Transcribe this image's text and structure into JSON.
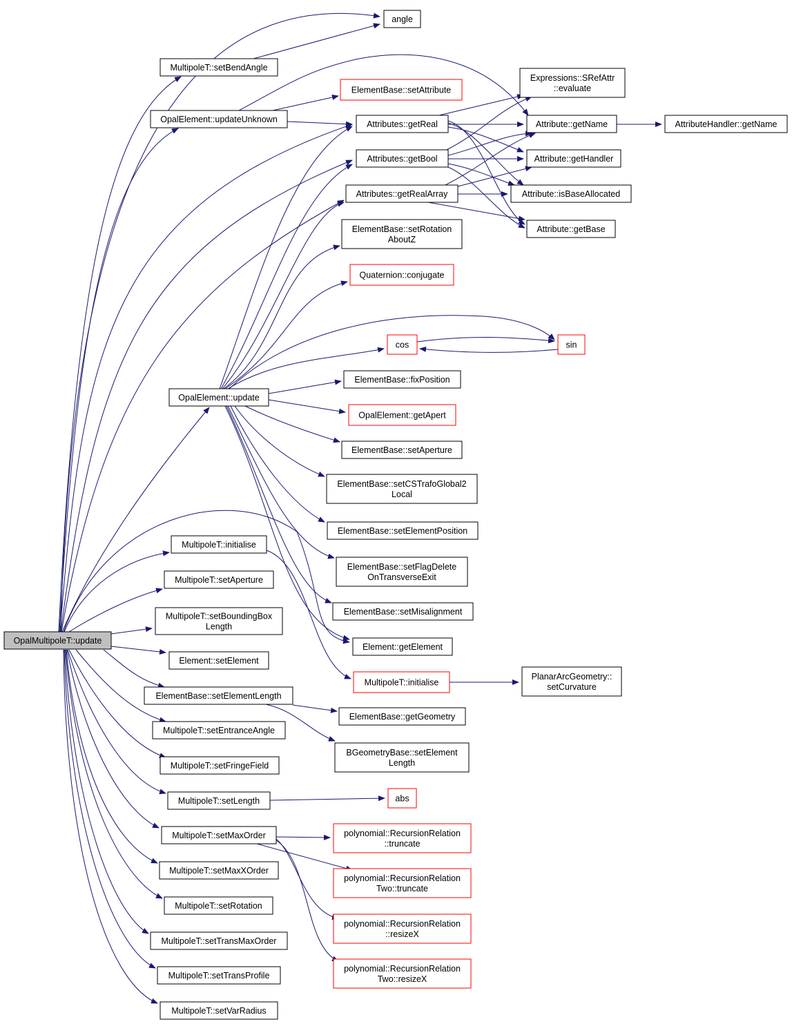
{
  "graph": {
    "nodes": {
      "root": {
        "lines": [
          "OpalMultipoleT::update"
        ],
        "red": false,
        "root": true
      },
      "angle": {
        "lines": [
          "angle"
        ],
        "red": false
      },
      "setBendAngle": {
        "lines": [
          "MultipoleT::setBendAngle"
        ],
        "red": false
      },
      "updateUnknown": {
        "lines": [
          "OpalElement::updateUnknown"
        ],
        "red": false
      },
      "setAttribute": {
        "lines": [
          "ElementBase::setAttribute"
        ],
        "red": true
      },
      "getReal": {
        "lines": [
          "Attributes::getReal"
        ],
        "red": false
      },
      "getBool": {
        "lines": [
          "Attributes::getBool"
        ],
        "red": false
      },
      "getRealArray": {
        "lines": [
          "Attributes::getRealArray"
        ],
        "red": false
      },
      "srefEvaluate": {
        "lines": [
          "Expressions::SRefAttr",
          "::evaluate"
        ],
        "red": false
      },
      "attrGetName": {
        "lines": [
          "Attribute::getName"
        ],
        "red": false
      },
      "handlerGetName": {
        "lines": [
          "AttributeHandler::getName"
        ],
        "red": false
      },
      "attrGetHandler": {
        "lines": [
          "Attribute::getHandler"
        ],
        "red": false
      },
      "attrIsBaseAllocated": {
        "lines": [
          "Attribute::isBaseAllocated"
        ],
        "red": false
      },
      "attrGetBase": {
        "lines": [
          "Attribute::getBase"
        ],
        "red": false
      },
      "setRotationAboutZ": {
        "lines": [
          "ElementBase::setRotation",
          "AboutZ"
        ],
        "red": false
      },
      "quatConjugate": {
        "lines": [
          "Quaternion::conjugate"
        ],
        "red": true
      },
      "cos": {
        "lines": [
          "cos"
        ],
        "red": true
      },
      "sin": {
        "lines": [
          "sin"
        ],
        "red": true
      },
      "fixPosition": {
        "lines": [
          "ElementBase::fixPosition"
        ],
        "red": false
      },
      "opalUpdate": {
        "lines": [
          "OpalElement::update"
        ],
        "red": false
      },
      "getApert": {
        "lines": [
          "OpalElement::getApert"
        ],
        "red": true
      },
      "ebSetAperture": {
        "lines": [
          "ElementBase::setAperture"
        ],
        "red": false
      },
      "setCSTrafo": {
        "lines": [
          "ElementBase::setCSTrafoGlobal2",
          "Local"
        ],
        "red": false
      },
      "setElementPosition": {
        "lines": [
          "ElementBase::setElementPosition"
        ],
        "red": false
      },
      "setFlagDelete": {
        "lines": [
          "ElementBase::setFlagDelete",
          "OnTransverseExit"
        ],
        "red": false
      },
      "setMisalignment": {
        "lines": [
          "ElementBase::setMisalignment"
        ],
        "red": false
      },
      "getElement": {
        "lines": [
          "Element::getElement"
        ],
        "red": false
      },
      "mtInitialise2": {
        "lines": [
          "MultipoleT::initialise"
        ],
        "red": true
      },
      "setCurvature": {
        "lines": [
          "PlanarArcGeometry::",
          "setCurvature"
        ],
        "red": false
      },
      "mtInitialise1": {
        "lines": [
          "MultipoleT::initialise"
        ],
        "red": false
      },
      "mtSetAperture": {
        "lines": [
          "MultipoleT::setAperture"
        ],
        "red": false
      },
      "setBBLength": {
        "lines": [
          "MultipoleT::setBoundingBox",
          "Length"
        ],
        "red": false
      },
      "elSetElement": {
        "lines": [
          "Element::setElement"
        ],
        "red": false
      },
      "setElementLength": {
        "lines": [
          "ElementBase::setElementLength"
        ],
        "red": false
      },
      "getGeometry": {
        "lines": [
          "ElementBase::getGeometry"
        ],
        "red": false
      },
      "bgSetElementLength": {
        "lines": [
          "BGeometryBase::setElement",
          "Length"
        ],
        "red": false
      },
      "setEntranceAngle": {
        "lines": [
          "MultipoleT::setEntranceAngle"
        ],
        "red": false
      },
      "setFringeField": {
        "lines": [
          "MultipoleT::setFringeField"
        ],
        "red": false
      },
      "setLength": {
        "lines": [
          "MultipoleT::setLength"
        ],
        "red": false
      },
      "abs": {
        "lines": [
          "abs"
        ],
        "red": true
      },
      "setMaxOrder": {
        "lines": [
          "MultipoleT::setMaxOrder"
        ],
        "red": false
      },
      "rrTruncate": {
        "lines": [
          "polynomial::RecursionRelation",
          "::truncate"
        ],
        "red": true
      },
      "rr2Truncate": {
        "lines": [
          "polynomial::RecursionRelation",
          "Two::truncate"
        ],
        "red": true
      },
      "rrResizeX": {
        "lines": [
          "polynomial::RecursionRelation",
          "::resizeX"
        ],
        "red": true
      },
      "rr2ResizeX": {
        "lines": [
          "polynomial::RecursionRelation",
          "Two::resizeX"
        ],
        "red": true
      },
      "setMaxXOrder": {
        "lines": [
          "MultipoleT::setMaxXOrder"
        ],
        "red": false
      },
      "setRotation": {
        "lines": [
          "MultipoleT::setRotation"
        ],
        "red": false
      },
      "setTransMaxOrder": {
        "lines": [
          "MultipoleT::setTransMaxOrder"
        ],
        "red": false
      },
      "setTransProfile": {
        "lines": [
          "MultipoleT::setTransProfile"
        ],
        "red": false
      },
      "setVarRadius": {
        "lines": [
          "MultipoleT::setVarRadius"
        ],
        "red": false
      }
    },
    "edges": [
      [
        "root",
        "angle"
      ],
      [
        "root",
        "setBendAngle"
      ],
      [
        "root",
        "updateUnknown"
      ],
      [
        "root",
        "getReal"
      ],
      [
        "root",
        "getBool"
      ],
      [
        "root",
        "getRealArray"
      ],
      [
        "root",
        "attrGetName"
      ],
      [
        "root",
        "opalUpdate"
      ],
      [
        "root",
        "getElement"
      ],
      [
        "root",
        "mtInitialise1"
      ],
      [
        "root",
        "mtSetAperture"
      ],
      [
        "root",
        "setBBLength"
      ],
      [
        "root",
        "elSetElement"
      ],
      [
        "root",
        "setElementLength"
      ],
      [
        "root",
        "setEntranceAngle"
      ],
      [
        "root",
        "setFringeField"
      ],
      [
        "root",
        "setLength"
      ],
      [
        "root",
        "setMaxOrder"
      ],
      [
        "root",
        "setMaxXOrder"
      ],
      [
        "root",
        "setRotation"
      ],
      [
        "root",
        "setTransMaxOrder"
      ],
      [
        "root",
        "setTransProfile"
      ],
      [
        "root",
        "setVarRadius"
      ],
      [
        "setBendAngle",
        "angle"
      ],
      [
        "updateUnknown",
        "setAttribute"
      ],
      [
        "updateUnknown",
        "getReal"
      ],
      [
        "getReal",
        "srefEvaluate"
      ],
      [
        "getReal",
        "attrGetName"
      ],
      [
        "getReal",
        "attrGetHandler"
      ],
      [
        "getReal",
        "attrIsBaseAllocated"
      ],
      [
        "getReal",
        "attrGetBase"
      ],
      [
        "getBool",
        "srefEvaluate"
      ],
      [
        "getBool",
        "attrGetName"
      ],
      [
        "getBool",
        "attrGetHandler"
      ],
      [
        "getBool",
        "attrIsBaseAllocated"
      ],
      [
        "getBool",
        "attrGetBase"
      ],
      [
        "getRealArray",
        "attrGetName"
      ],
      [
        "getRealArray",
        "attrGetHandler"
      ],
      [
        "getRealArray",
        "attrIsBaseAllocated"
      ],
      [
        "getRealArray",
        "attrGetBase"
      ],
      [
        "attrGetName",
        "handlerGetName"
      ],
      [
        "opalUpdate",
        "getReal"
      ],
      [
        "opalUpdate",
        "getBool"
      ],
      [
        "opalUpdate",
        "getRealArray"
      ],
      [
        "opalUpdate",
        "setRotationAboutZ"
      ],
      [
        "opalUpdate",
        "quatConjugate"
      ],
      [
        "opalUpdate",
        "cos"
      ],
      [
        "opalUpdate",
        "sin"
      ],
      [
        "opalUpdate",
        "fixPosition"
      ],
      [
        "opalUpdate",
        "getApert"
      ],
      [
        "opalUpdate",
        "ebSetAperture"
      ],
      [
        "opalUpdate",
        "setCSTrafo"
      ],
      [
        "opalUpdate",
        "setElementPosition"
      ],
      [
        "opalUpdate",
        "setFlagDelete"
      ],
      [
        "opalUpdate",
        "setMisalignment"
      ],
      [
        "opalUpdate",
        "getElement"
      ],
      [
        "cos",
        "sin"
      ],
      [
        "sin",
        "cos"
      ],
      [
        "mtInitialise1",
        "mtInitialise2"
      ],
      [
        "mtInitialise2",
        "setCurvature"
      ],
      [
        "setElementLength",
        "getGeometry"
      ],
      [
        "setElementLength",
        "bgSetElementLength"
      ],
      [
        "setLength",
        "abs"
      ],
      [
        "setMaxOrder",
        "rrTruncate"
      ],
      [
        "setMaxOrder",
        "rr2Truncate"
      ],
      [
        "setMaxOrder",
        "rrResizeX"
      ],
      [
        "setMaxOrder",
        "rr2ResizeX"
      ]
    ]
  }
}
